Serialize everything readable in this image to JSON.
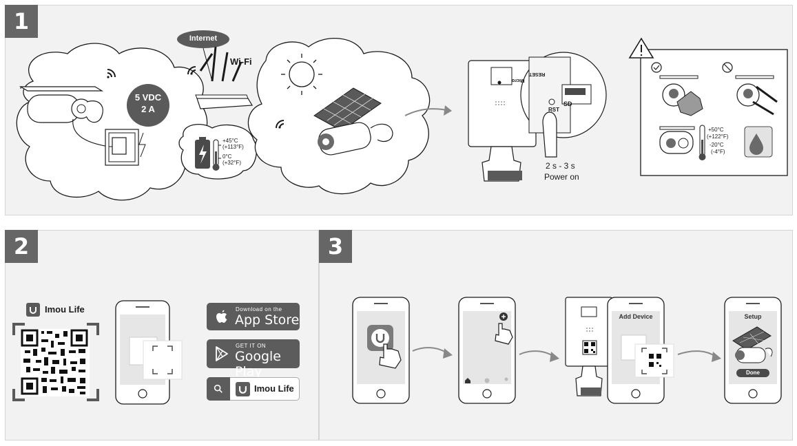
{
  "steps": {
    "step1": "1",
    "step2": "2",
    "step3": "3"
  },
  "step1": {
    "power_spec_line1": "5 VDC",
    "power_spec_line2": "2 A",
    "internet_label": "Internet",
    "wifi_label": "Wi-Fi",
    "temp_high": "+45°C",
    "temp_high_f": "(+113°F)",
    "temp_low": "0°C",
    "temp_low_f": "(+32°F)",
    "reset_label": "RESET",
    "micro_label": "Micro",
    "sd_label": "SD",
    "rst_label": "RST",
    "press_time": "2 s - 3 s",
    "power_on": "Power on",
    "op_temp_high": "+50°C",
    "op_temp_high_f": "(+122°F)",
    "op_temp_low": "-20°C",
    "op_temp_low_f": "(-4°F)"
  },
  "step2": {
    "app_name": "Imou Life",
    "app_store_small": "Download on the",
    "app_store_big": "App Store",
    "google_play_small": "GET IT ON",
    "google_play_big": "Google Play",
    "search_app_name": "Imou Life"
  },
  "step3": {
    "add_device_title": "Add Device",
    "setup_title": "Setup",
    "done_button": "Done"
  },
  "colors": {
    "panel_bg": "#f2f2f2",
    "step_badge": "#666666",
    "store_button": "#5c5c5c",
    "line": "#1a1a1a"
  },
  "icons": [
    "apple-icon",
    "play-icon",
    "search-icon",
    "imou-logo-icon",
    "wifi-icon",
    "sun-icon",
    "warning-icon",
    "check-icon",
    "prohibited-icon",
    "battery-icon",
    "thermometer-icon",
    "hand-icon",
    "water-drop-icon",
    "plus-icon",
    "qr-code-icon"
  ]
}
